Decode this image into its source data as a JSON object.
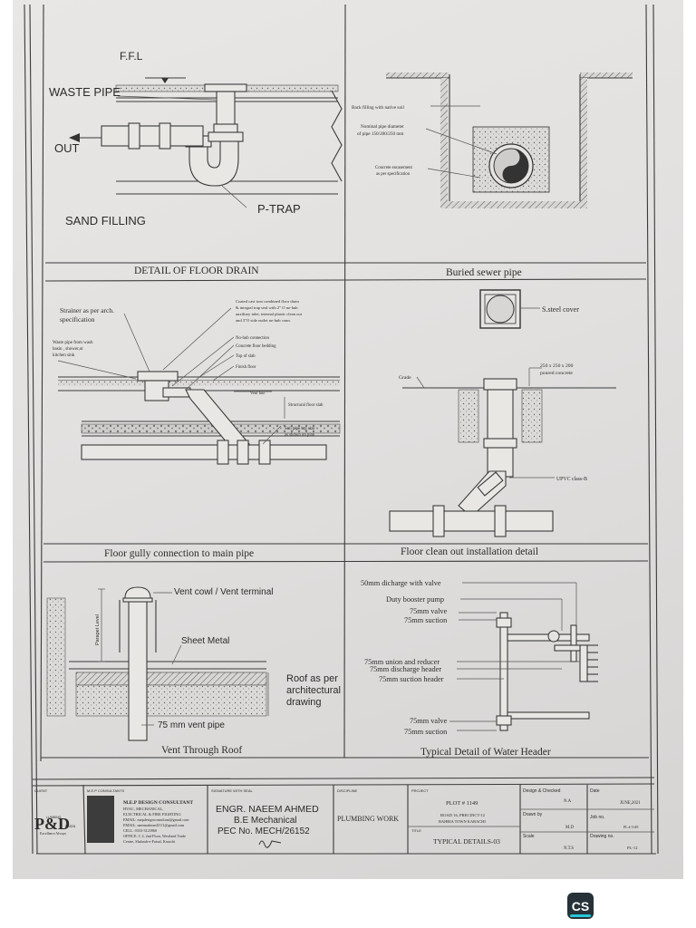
{
  "sheet": {
    "panels": {
      "floor_drain": {
        "caption": "DETAIL OF FLOOR DRAIN",
        "ffl": "F.F.L",
        "waste_pipe": "WASTE PIPE",
        "out": "OUT",
        "sand_filling": "SAND FILLING",
        "p_trap": "P-TRAP"
      },
      "buried_sewer": {
        "caption": "Buried sewer pipe",
        "back_filling": "Back filling with native soil",
        "nominal_1": "Nominal pipe diameter",
        "nominal_2": "of pipe 150/200/250 mm",
        "concrete_1": "Concrete encasement",
        "concrete_2": "as per specification"
      },
      "floor_gully": {
        "caption": "Floor gully connection to main pipe",
        "strainer_1": "Strainer as per arch.",
        "strainer_2": "specification",
        "waste_1": "Waste pipe from wash",
        "waste_2": "basin , shower,or",
        "waste_3": "kitchen sink",
        "cast_1": "Coated cast iron combined floor drain",
        "cast_2": "& integral trap seal with 2\" O no-hub",
        "cast_3": "auxiliary inlet, internal plastic clean out",
        "cast_4": "and 3\"O side outlet no-hub conn.",
        "nohub": "No-hub connection",
        "bedding": "Concrete floor bedding",
        "top_slab": "Top of slab",
        "finish": "Finish floor",
        "vent": "Vent line",
        "structural": "Structural floor slab",
        "soil_1": "Soil pipe hrg size",
        "soil_2": "as shown on plan"
      },
      "clean_out": {
        "caption": "Floor clean out installation detail",
        "cover": "S.steel cover",
        "conc_1": "250 x 250 x 200",
        "conc_2": "poured concrete",
        "grade": "Grade",
        "upvc": "UPVC class-B"
      },
      "vent_roof": {
        "caption": "Vent Through Roof",
        "cowl": "Vent cowl / Vent terminal",
        "parapet": "Parapet Level",
        "sheet_metal": "Sheet Metal",
        "roof_1": "Roof as per",
        "roof_2": "architectural",
        "roof_3": "drawing",
        "vent_pipe": "75 mm vent pipe"
      },
      "water_header": {
        "caption": "Typical Detail of Water Header",
        "discharge": "50mm dicharge with valve",
        "booster": "Duty booster pump",
        "valve_top": "75mm valve",
        "suction_top": "75mm suction",
        "union": "75mm union and reducer",
        "discharge_header": "75mm discharge header",
        "suction_header": "75mm suction header",
        "valve_bottom": "75mm valve",
        "suction_bottom": "75mm suction"
      }
    },
    "title_block": {
      "client_hdr": "CLIENT",
      "consultant_hdr": "M.E.P CONSULTANTS",
      "logo_letters": "P&D",
      "logo_word_1": "LUMBING",
      "logo_word_2": "ESIGN",
      "logo_tagline": "Excellence Always",
      "consultant_name": "M.E.P DESIGN CONSULTANT",
      "consultant_l1": "HVAC, MECHANICAL,",
      "consultant_l2": "ELECTRICAL & FIRE FIGHTING",
      "consultant_l3": "EMAIL: mepdesignconsultant@gmail.com",
      "consultant_l4": "EMAIL: naeemahmed1111@gmail.com",
      "consultant_l5": "CELL: 0333-3123960",
      "consultant_l6": "OFFICE: C 2, 2nd Floor, Westland Trade",
      "consultant_l7": "Centre, Shahrah-e-Faisal, Karachi",
      "signature_hdr": "SIGNATURE WITH SEAL",
      "engineer": "ENGR. NAEEM AHMED",
      "degree": "B.E Mechanical",
      "pec": "PEC No. MECH/26152",
      "discipline_hdr": "DISCIPLINE",
      "discipline": "PLUMBING WORK",
      "project_hdr": "PROJECT",
      "plot": "PLOT # 1149",
      "road_1": "ROAD 16, PRECINCT-12",
      "road_2": "BAHRIA TOWN KARACHI",
      "title_hdr": "TITLE",
      "title": "TYPICAL DETAILS-03",
      "design_hdr": "Design & Checked",
      "design_val": "N.A",
      "date_hdr": "Date",
      "date_val": "JUNE,2021",
      "drawn_hdr": "Drawn by",
      "drawn_val": "M.D",
      "job_hdr": "Job no.",
      "job_val": "PL # 1149",
      "scale_hdr": "Scale",
      "scale_val": "N.T.S",
      "dwg_hdr": "Drawing no.",
      "dwg_val": "PL-12"
    }
  },
  "app_badge": "CS"
}
